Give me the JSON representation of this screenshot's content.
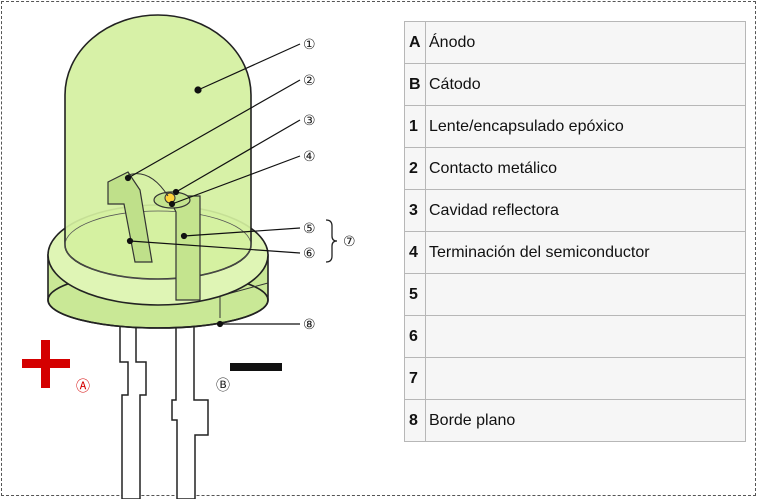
{
  "diagram": {
    "callouts": [
      "①",
      "②",
      "③",
      "④",
      "⑤",
      "⑥",
      "⑦",
      "⑧"
    ],
    "pin_labels": {
      "anode": "Ⓐ",
      "cathode": "Ⓑ"
    },
    "colors": {
      "body_fill": "#d4f0a0",
      "body_stroke": "#222222",
      "plus_sign": "#d40000",
      "minus_sign": "#111111",
      "anode_label": "#d40000",
      "die": "#ffd23a"
    },
    "icons": {
      "plus": "plus-sign-icon",
      "minus": "minus-sign-icon"
    }
  },
  "legend": {
    "rows": [
      {
        "key": "A",
        "desc": "Ánodo"
      },
      {
        "key": "B",
        "desc": "Cátodo"
      },
      {
        "key": "1",
        "desc": "Lente/encapsulado epóxico"
      },
      {
        "key": "2",
        "desc": "Contacto metálico"
      },
      {
        "key": "3",
        "desc": "Cavidad reflectora"
      },
      {
        "key": "4",
        "desc": "Terminación del semiconductor"
      },
      {
        "key": "5",
        "desc": ""
      },
      {
        "key": "6",
        "desc": ""
      },
      {
        "key": "7",
        "desc": ""
      },
      {
        "key": "8",
        "desc": "Borde plano"
      }
    ]
  }
}
